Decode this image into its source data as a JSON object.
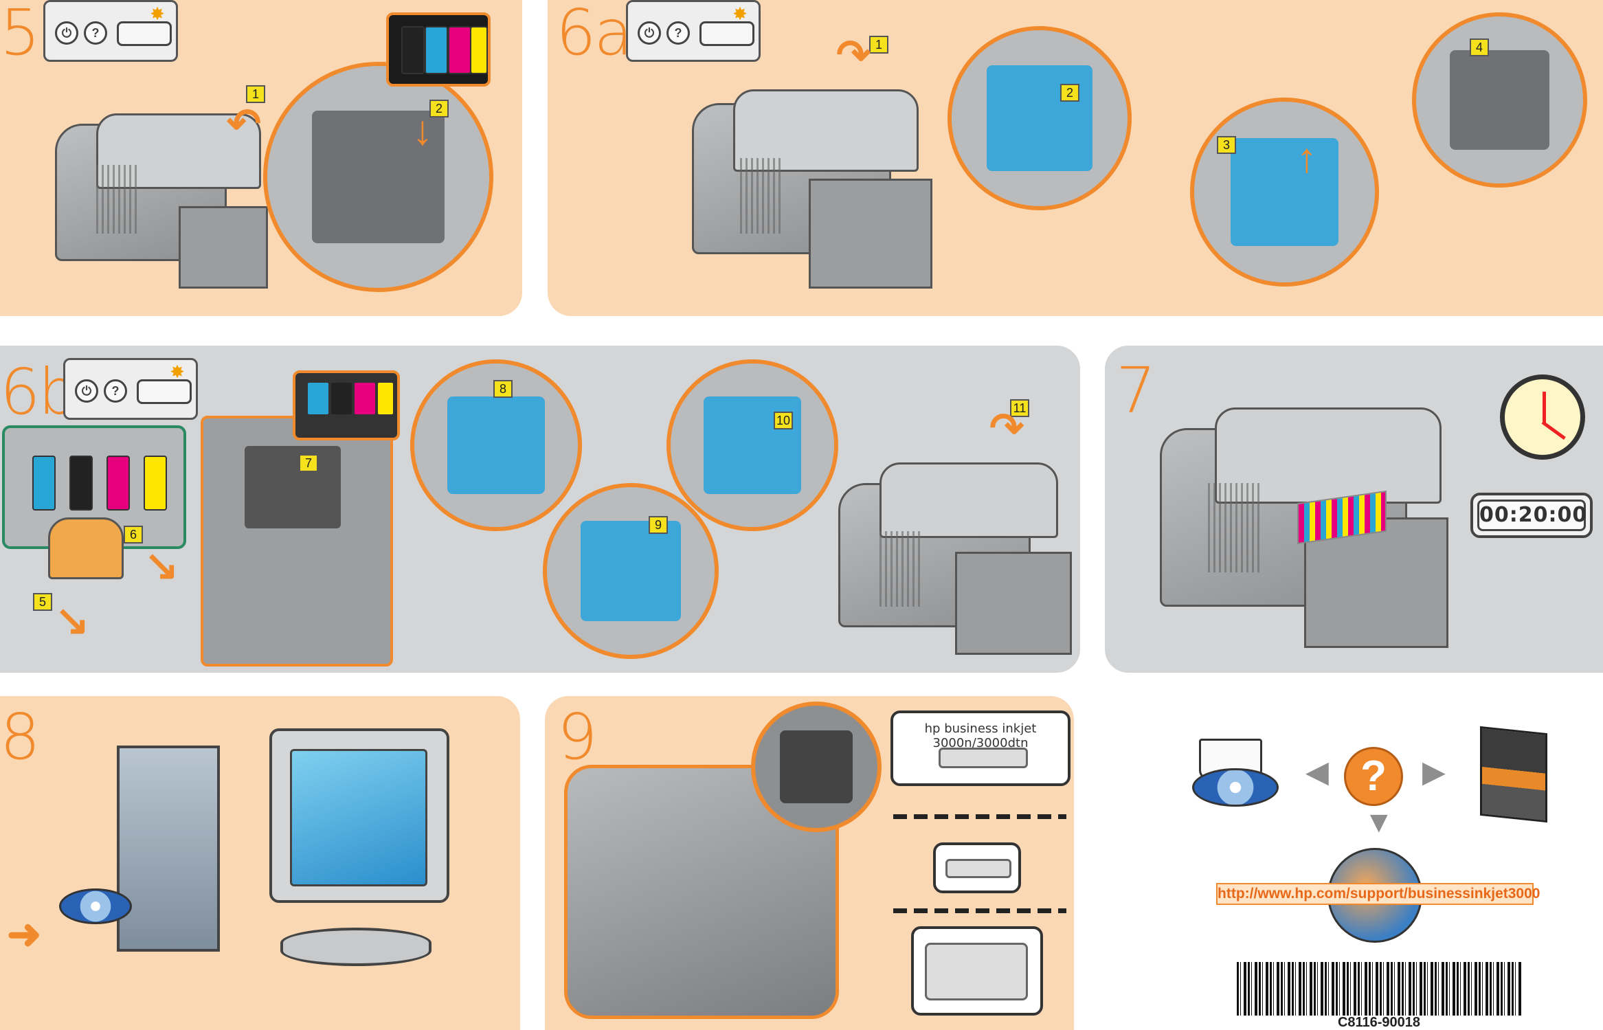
{
  "steps": {
    "s5": "5",
    "s6a": "6a",
    "s6b": "6b",
    "s7": "7",
    "s8": "8",
    "s9": "9"
  },
  "callouts": {
    "s5": [
      "1",
      "2"
    ],
    "s6a": [
      "1",
      "2",
      "3",
      "4"
    ],
    "s6b": [
      "5",
      "6",
      "7",
      "8",
      "9",
      "10",
      "11"
    ]
  },
  "control_panel": {
    "power_icon": "power-icon",
    "help_label": "?",
    "led_icon": "attention-light-icon"
  },
  "timer": "00:20:00",
  "connections": {
    "model_label": "hp business inkjet 3000n/3000dtn"
  },
  "help": {
    "url": "http://www.hp.com/support/businessinkjet3000"
  },
  "barcode": "C8116-90018",
  "colors": {
    "accent": "#f08a2c",
    "peach_panel": "#fbd8b4",
    "grey_panel": "#d3d5d6",
    "callout": "#f5e21c",
    "cartridge_cyan": "#2aa6d6",
    "cartridge_magenta": "#e6007e",
    "cartridge_yellow": "#ffe600",
    "cartridge_black": "#222222"
  }
}
